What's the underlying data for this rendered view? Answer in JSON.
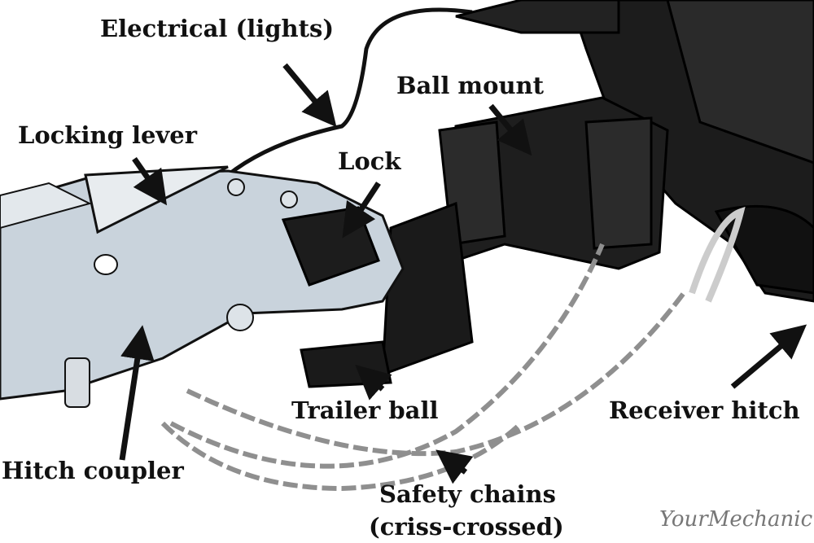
{
  "labels": {
    "electrical": "Electrical (lights)",
    "ball_mount": "Ball mount",
    "locking_lever": "Locking lever",
    "lock": "Lock",
    "trailer_ball": "Trailer ball",
    "receiver_hitch": "Receiver hitch",
    "hitch_coupler": "Hitch coupler",
    "safety_chains": "Safety chains",
    "safety_chains_note": "(criss-crossed)"
  },
  "watermark": "YourMechanic",
  "colors": {
    "hitch_dark": "#1c1c1c",
    "coupler_silver": "#c9d3dc",
    "chain": "#a9a9a9",
    "label_text": "#111111"
  }
}
